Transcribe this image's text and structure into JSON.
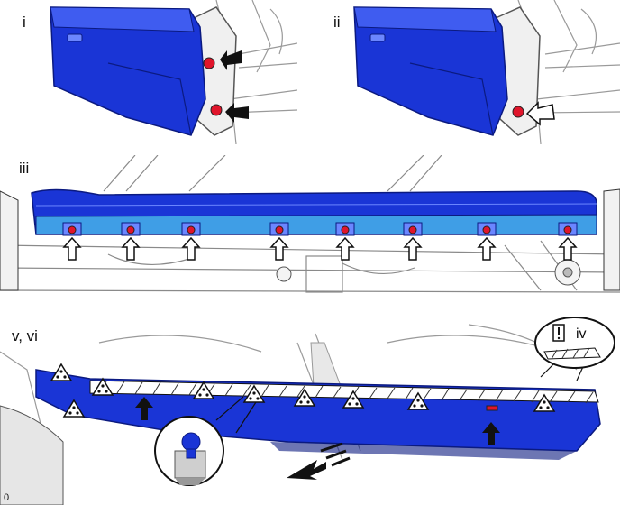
{
  "panels": {
    "i": {
      "label": "i"
    },
    "ii": {
      "label": "ii"
    },
    "iii": {
      "label": "iii"
    },
    "v_vi": {
      "label": "v, vi"
    }
  },
  "callout": {
    "label": "iv"
  },
  "corner_id": "0",
  "colors": {
    "part_blue": "#1a35d6",
    "part_blue_light": "#3f9ee6",
    "clip_red": "#e0152b",
    "line_dark": "#1a1a1a",
    "line_gray": "#8a8a8a",
    "arrow_black": "#111111",
    "arrow_outline": "#111111"
  },
  "icons": {
    "clip_marker": "triangle-clip-icon",
    "solid_arrow": "solid-arrow-icon",
    "outline_arrow": "outline-arrow-icon",
    "direction_arrow": "removal-direction-arrow-icon",
    "caution": "caution-icon"
  }
}
